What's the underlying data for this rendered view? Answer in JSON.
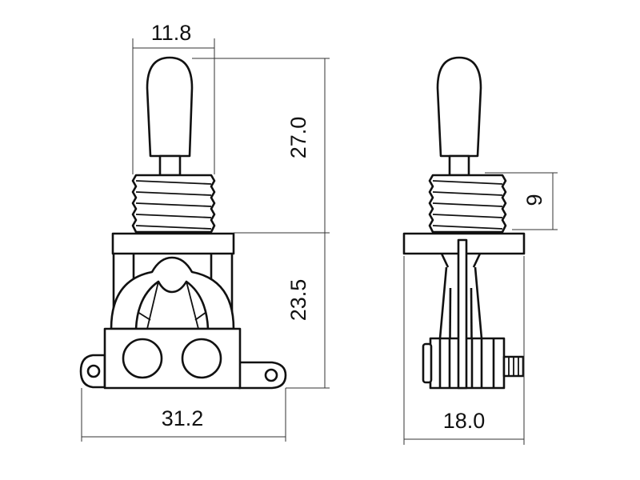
{
  "front_view": {
    "dimensions": {
      "lever_width": "11.8",
      "upper_height": "27.0",
      "lower_height": "23.5",
      "overall_width": "31.2"
    }
  },
  "side_view": {
    "dimensions": {
      "thread_length": "9",
      "overall_depth": "18.0"
    }
  },
  "colors": {
    "line": "#111111",
    "background": "#ffffff"
  }
}
